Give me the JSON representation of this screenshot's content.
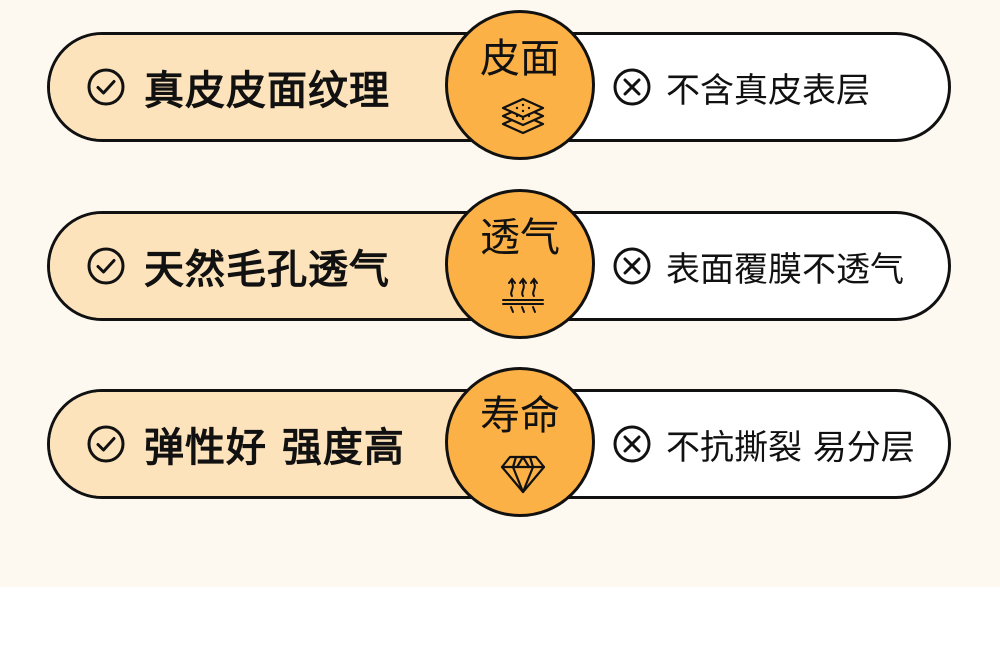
{
  "rows": [
    {
      "left": "真皮皮面纹理",
      "badge": "皮面",
      "badge_icon": "layers-icon",
      "right": "不含真皮表层"
    },
    {
      "left": "天然毛孔透气",
      "badge": "透气",
      "badge_icon": "breathable-vapor-icon",
      "right": "表面覆膜不透气"
    },
    {
      "left": "弹性好 强度高",
      "badge": "寿命",
      "badge_icon": "diamond-icon",
      "right": "不抗撕裂 易分层"
    }
  ],
  "colors": {
    "background": "#fdf8f0",
    "left_fill": "#fde3bb",
    "badge_fill": "#fbb146",
    "outline": "#111111"
  }
}
